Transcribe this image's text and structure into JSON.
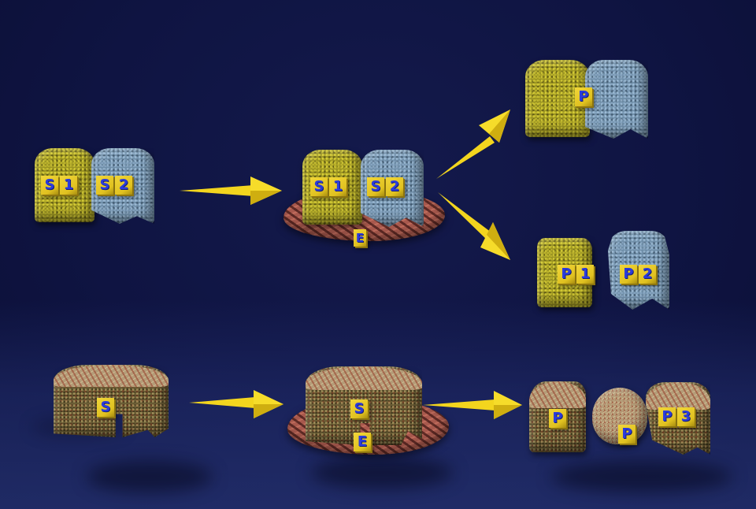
{
  "diagram": {
    "title": "",
    "colors": {
      "background": "#0f1442",
      "substrate_1": "#9b9422",
      "substrate_2": "#6f8ea8",
      "single_substrate": "#6c5e36",
      "enzyme": "#a8594d",
      "arrow": "#f3d51e",
      "label_tile": "#e6c628",
      "label_text": "#2b3bdc"
    },
    "top_row": {
      "substrates": {
        "s1": {
          "label_chars": [
            "S",
            "1"
          ]
        },
        "s2": {
          "label_chars": [
            "S",
            "2"
          ]
        }
      },
      "complex": {
        "s1": {
          "label_chars": [
            "S",
            "1"
          ]
        },
        "s2": {
          "label_chars": [
            "S",
            "2"
          ]
        },
        "enzyme": {
          "label": "E"
        }
      },
      "product_joined": {
        "label": "P"
      },
      "products_split": {
        "p1": {
          "label_chars": [
            "P",
            "1"
          ]
        },
        "p2": {
          "label_chars": [
            "P",
            "2"
          ]
        }
      }
    },
    "bottom_row": {
      "substrate": {
        "label": "S"
      },
      "complex": {
        "substrate": {
          "label": "S"
        },
        "enzyme": {
          "label": "E"
        }
      },
      "products": {
        "p_a": {
          "label": "P"
        },
        "p_b": {
          "label": "P"
        },
        "p3": {
          "label_chars": [
            "P",
            "3"
          ]
        }
      }
    },
    "arrows": [
      {
        "id": "top-substrates-to-complex",
        "direction": "right"
      },
      {
        "id": "top-complex-to-joined-product",
        "direction": "up-right"
      },
      {
        "id": "top-complex-to-split-products",
        "direction": "down-right"
      },
      {
        "id": "bottom-substrate-to-complex",
        "direction": "right"
      },
      {
        "id": "bottom-complex-to-products",
        "direction": "right"
      }
    ]
  }
}
